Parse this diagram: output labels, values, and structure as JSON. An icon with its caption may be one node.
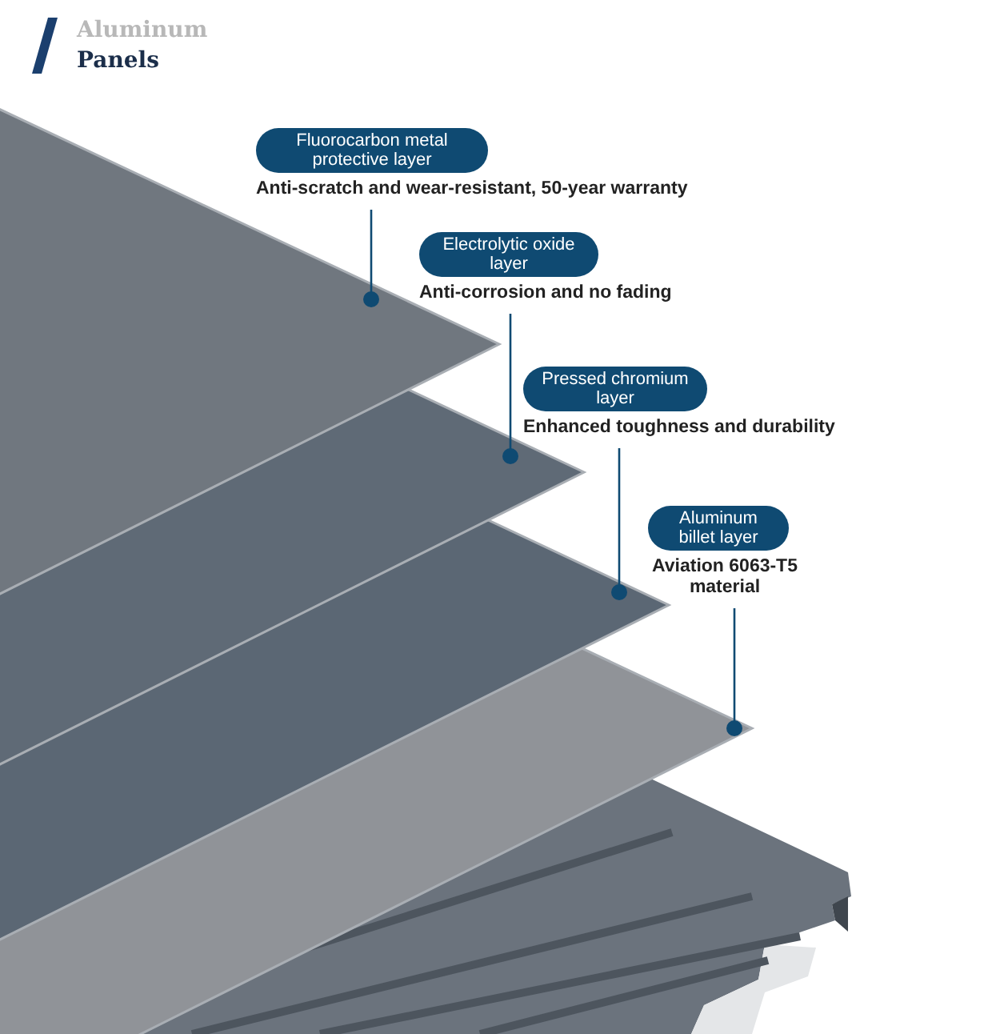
{
  "diagram": {
    "title": "Aluminum Panels",
    "nodes": [
      {
        "text": [
          "Fluorocarbon metal protective layer",
          "Anti-scratch and wear-resistant, 50-year warranty"
        ]
      },
      {
        "text": [
          "Electrolytic oxide layer",
          "Anti-corrosion and no fading"
        ]
      },
      {
        "text": [
          "Pressed chromium layer",
          "Enhanced toughness and durability"
        ]
      },
      {
        "text": [
          "Aluminum billet layer",
          "Aviation 6063-T5 material"
        ]
      },
      {
        "text": [],
        "shape": "picture"
      },
      {
        "text": [],
        "shape": "picture"
      },
      {
        "text": [],
        "shape": "picture"
      },
      {
        "text": [],
        "shape": "picture"
      }
    ],
    "edges": [
      {
        "from": 0,
        "to": 4,
        "arrow": "other"
      },
      {
        "from": 1,
        "to": 5,
        "arrow": "other"
      },
      {
        "from": 2,
        "to": 6,
        "arrow": "other"
      },
      {
        "from": 3,
        "to": 7,
        "arrow": "other"
      }
    ]
  }
}
